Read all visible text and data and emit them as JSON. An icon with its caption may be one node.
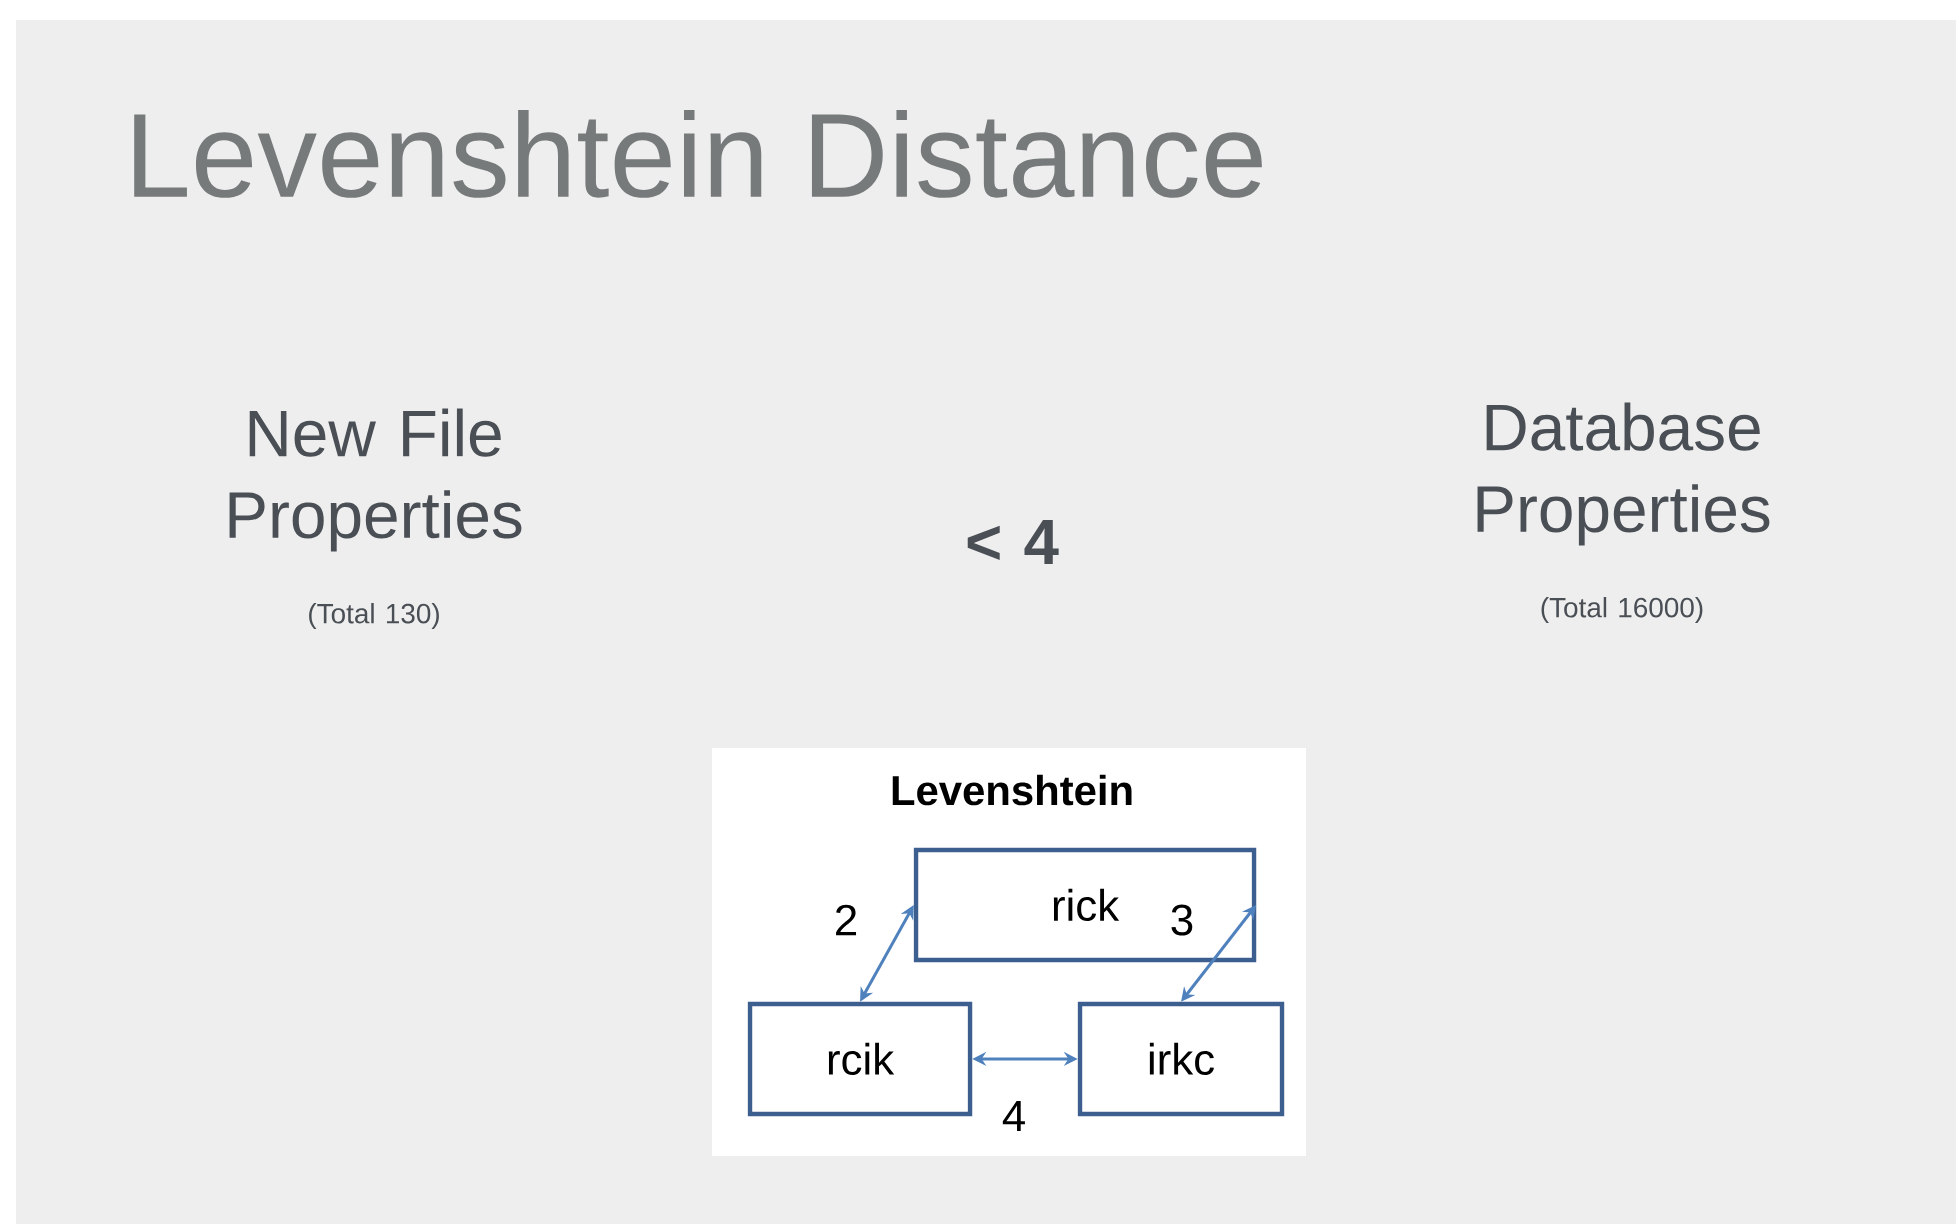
{
  "diagram": {
    "title": "Levenshtein Distance",
    "nodes": [
      {
        "text": [
          "Levenshtein"
        ]
      },
      {
        "text": [
          "rick"
        ],
        "in": 0
      },
      {
        "text": [
          "rcik"
        ],
        "in": 0
      },
      {
        "text": [
          "irkc"
        ],
        "in": 0
      }
    ],
    "edges": [
      {
        "from": 1,
        "to": 2,
        "arrow": "both",
        "label": "2"
      },
      {
        "from": 1,
        "to": 3,
        "arrow": "both",
        "label": "3"
      },
      {
        "from": 2,
        "to": 3,
        "arrow": "both",
        "label": "4"
      }
    ],
    "labels": [
      "New File Properties",
      "(Total 130)",
      "< 4",
      "Database Properties",
      "(Total 16000)"
    ]
  }
}
